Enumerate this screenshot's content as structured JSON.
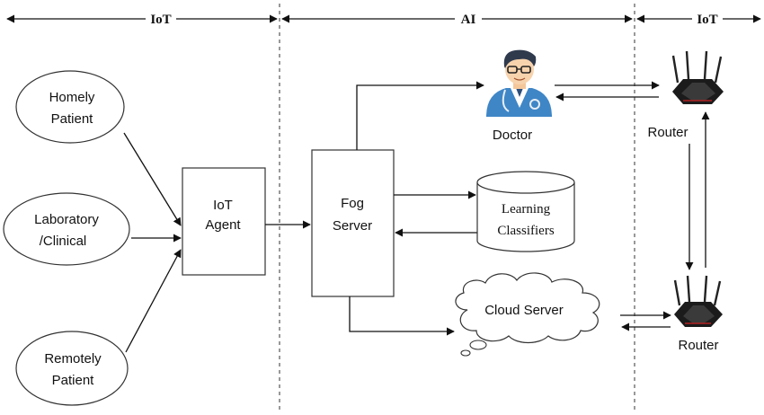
{
  "zones": {
    "left": "IoT",
    "middle": "AI",
    "right": "IoT"
  },
  "nodes": {
    "homely": [
      "Homely",
      "Patient"
    ],
    "lab": [
      "Laboratory",
      "/Clinical"
    ],
    "remote": [
      "Remotely",
      "Patient"
    ],
    "iot_agent": [
      "IoT",
      "Agent"
    ],
    "fog": [
      "Fog",
      "Server"
    ],
    "doctor": "Doctor",
    "learning": [
      "Learning",
      "Classifiers"
    ],
    "cloud": "Cloud Server",
    "router_top": "Router",
    "router_bottom": "Router"
  },
  "icons": {
    "doctor": "doctor-icon",
    "router": "router-icon"
  }
}
